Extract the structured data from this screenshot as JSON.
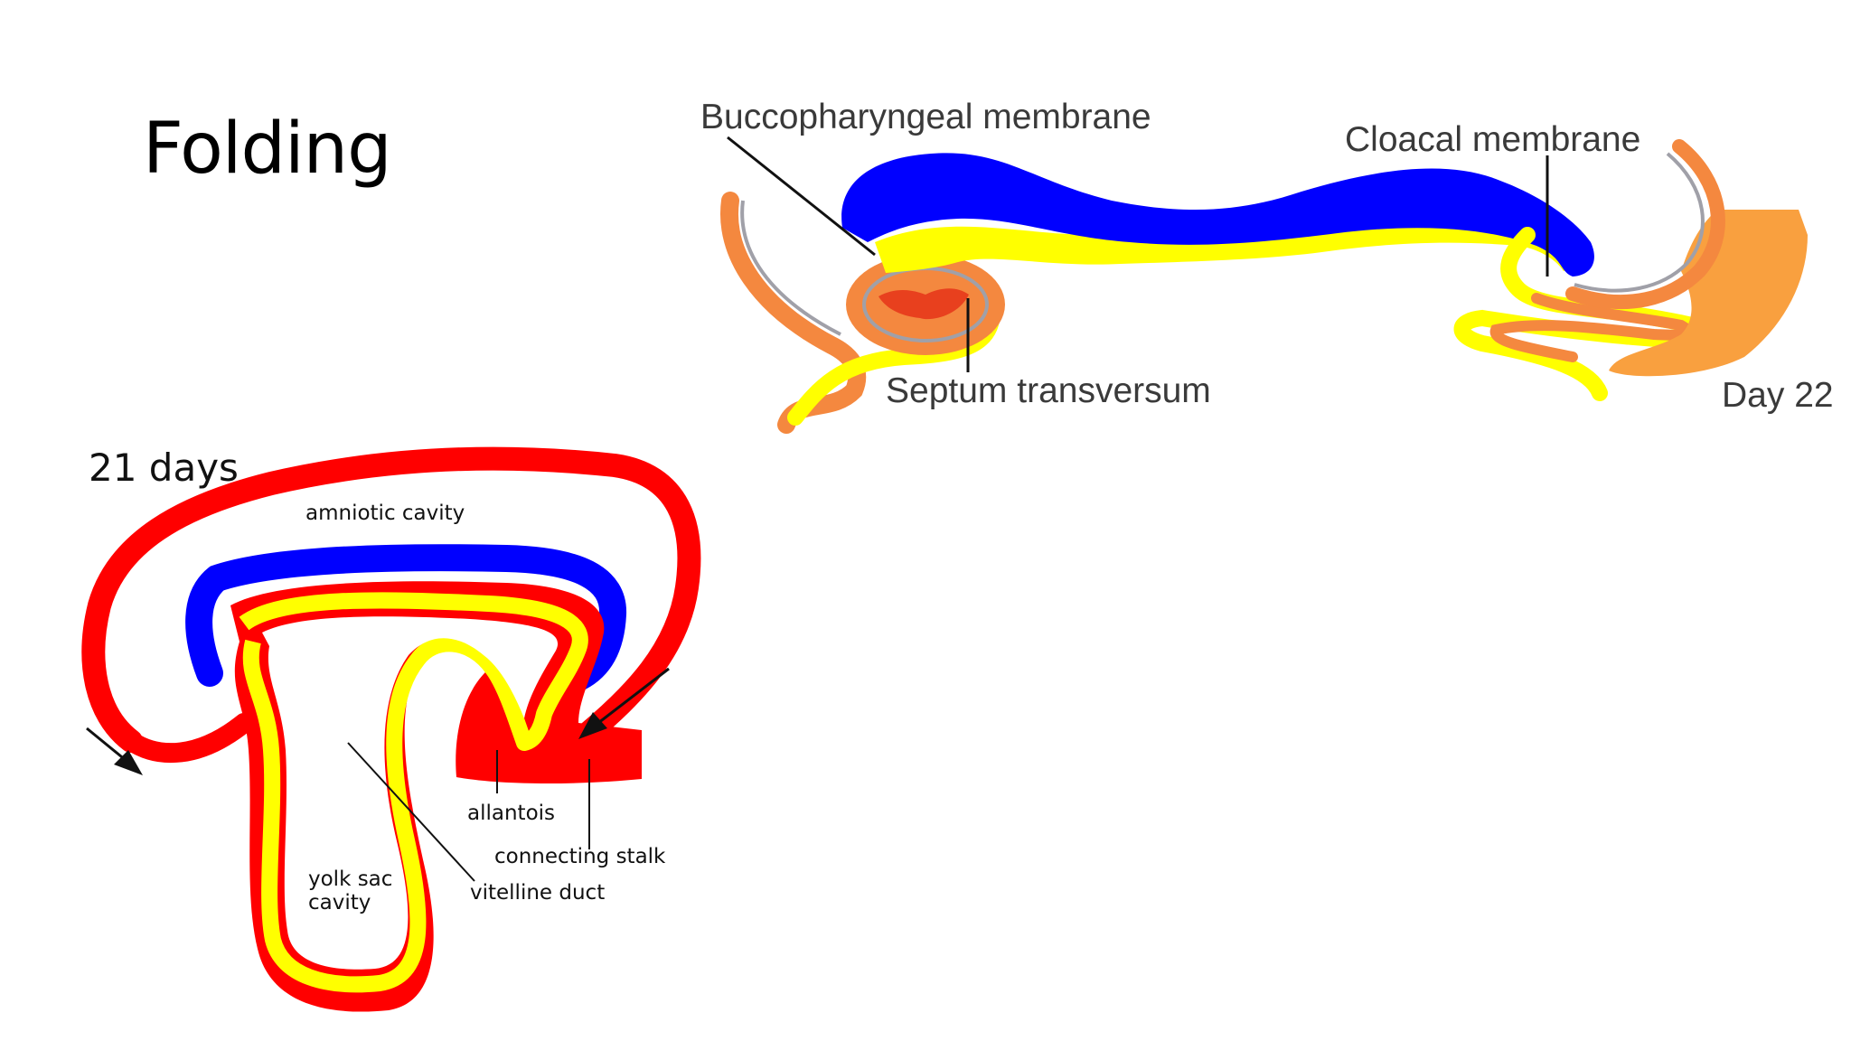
{
  "slide": {
    "title": "Folding"
  },
  "diagram_day22": {
    "labels": {
      "buccopharyngeal": "Buccopharyngeal membrane",
      "cloacal": "Cloacal membrane",
      "septum": "Septum transversum",
      "day": "Day 22"
    },
    "colors": {
      "ectoderm": "#0000ff",
      "endoderm": "#ffff00",
      "mesoderm": "#f4883f",
      "amnion_line": "#a0a0a8"
    }
  },
  "diagram_day21": {
    "labels": {
      "day": "21 days",
      "amniotic_cavity": "amniotic cavity",
      "allantois": "allantois",
      "connecting_stalk": "connecting stalk",
      "yolk_sac_line1": "yolk sac",
      "yolk_sac_line2": "cavity",
      "vitelline_duct": "vitelline duct"
    },
    "colors": {
      "wall": "#ff0000",
      "ectoderm": "#0000ff",
      "endoderm": "#ffff00"
    }
  }
}
